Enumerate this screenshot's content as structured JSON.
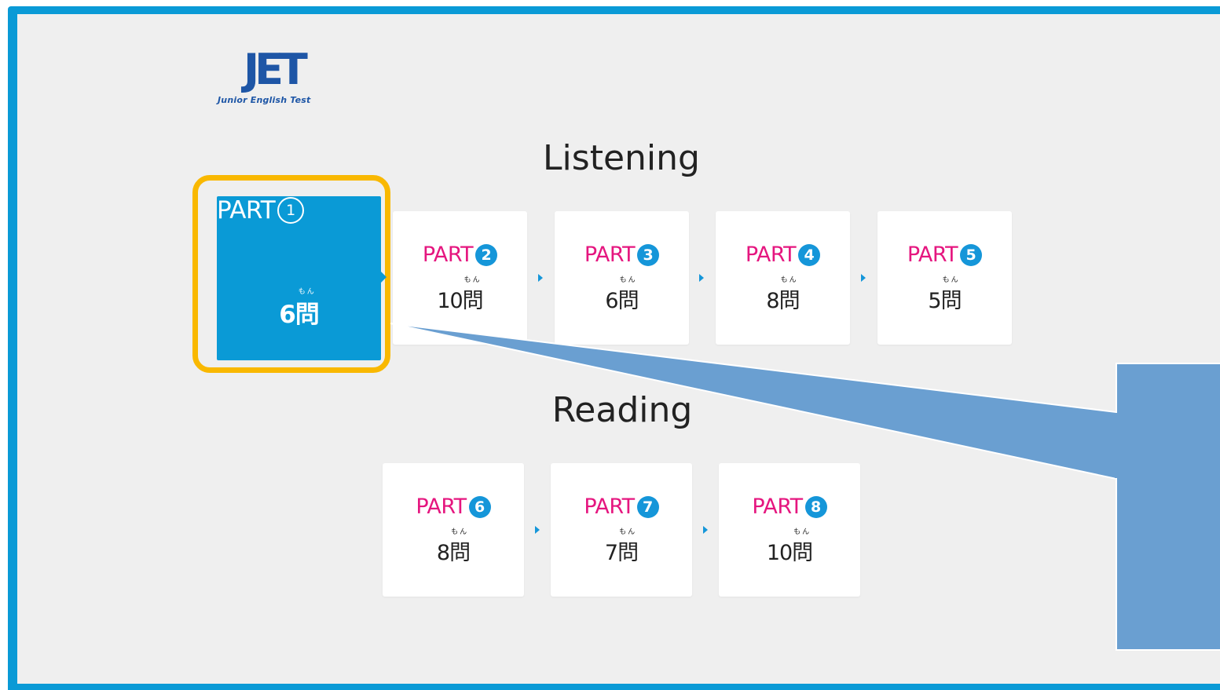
{
  "logo": {
    "mark": "JET",
    "subtitle": "Junior English Test"
  },
  "sections": {
    "listening_title": "Listening",
    "reading_title": "Reading"
  },
  "parts": [
    {
      "label": "PART",
      "num": "1",
      "ruby": "もん",
      "count": "6問"
    },
    {
      "label": "PART",
      "num": "2",
      "ruby": "もん",
      "count": "10問"
    },
    {
      "label": "PART",
      "num": "3",
      "ruby": "もん",
      "count": "6問"
    },
    {
      "label": "PART",
      "num": "4",
      "ruby": "もん",
      "count": "8問"
    },
    {
      "label": "PART",
      "num": "5",
      "ruby": "もん",
      "count": "5問"
    },
    {
      "label": "PART",
      "num": "6",
      "ruby": "もん",
      "count": "8問"
    },
    {
      "label": "PART",
      "num": "7",
      "ruby": "もん",
      "count": "7問"
    },
    {
      "label": "PART",
      "num": "8",
      "ruby": "もん",
      "count": "10問"
    }
  ],
  "active_part": 1,
  "colors": {
    "frame": "#0a9ad6",
    "active_card": "#0a9ad6",
    "highlight": "#f9b800",
    "part_text": "#e5167f",
    "badge": "#1596d9",
    "callout": "#6a9fd1"
  }
}
